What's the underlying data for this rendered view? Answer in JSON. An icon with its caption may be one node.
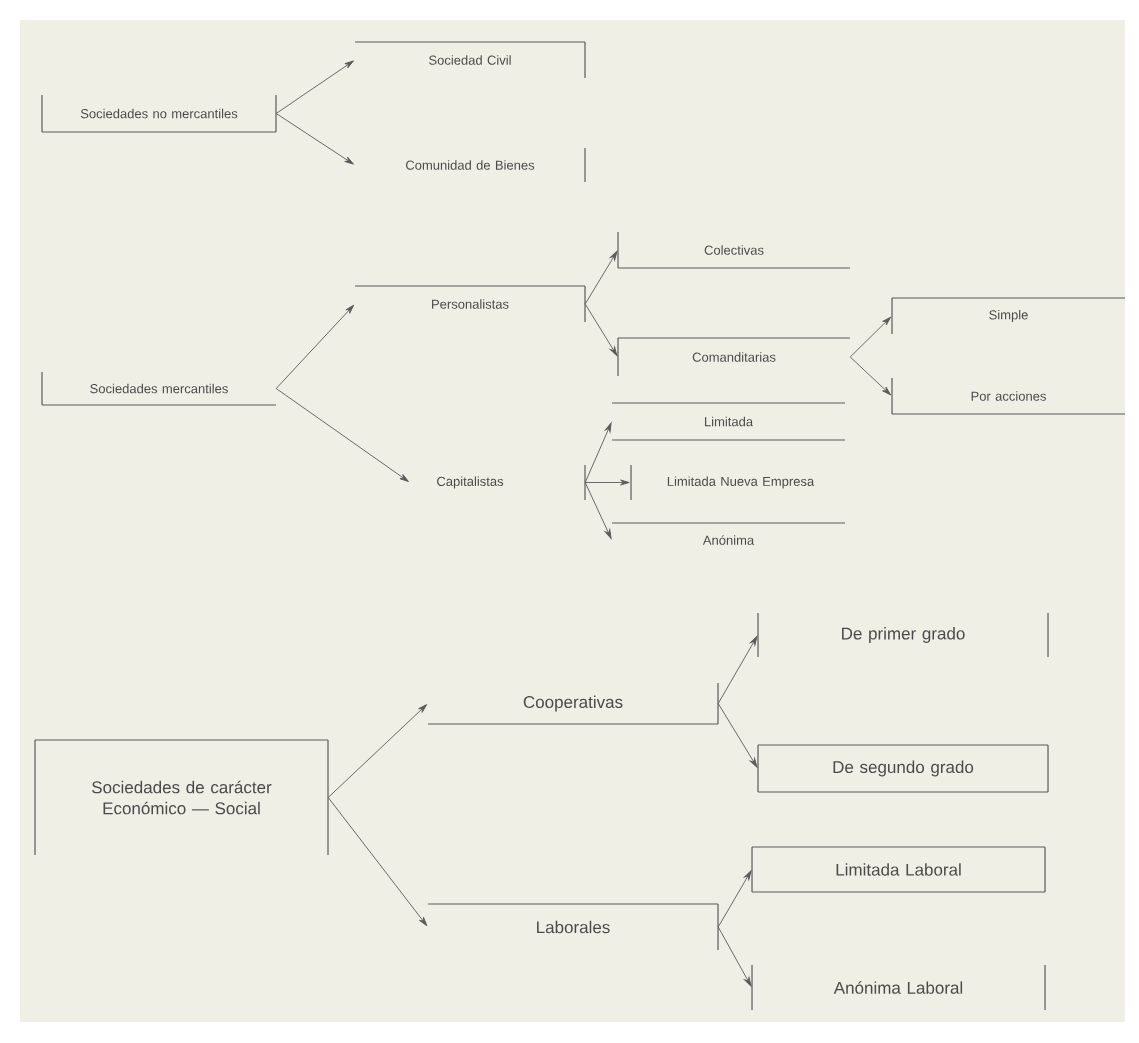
{
  "diagram": {
    "nodes": [
      {
        "text": [
          "Sociedades no mercantiles"
        ]
      },
      {
        "text": [
          "Sociedad Civil"
        ]
      },
      {
        "text": [
          "Comunidad de Bienes"
        ]
      },
      {
        "text": [
          "Sociedades mercantiles"
        ]
      },
      {
        "text": [
          "Personalistas"
        ]
      },
      {
        "text": [
          "Capitalistas"
        ]
      },
      {
        "text": [
          "Colectivas"
        ]
      },
      {
        "text": [
          "Comanditarias"
        ]
      },
      {
        "text": [
          "Limitada"
        ]
      },
      {
        "text": [
          "Limitada Nueva Empresa"
        ]
      },
      {
        "text": [
          "Anónima"
        ]
      },
      {
        "text": [
          "Simple"
        ]
      },
      {
        "text": [
          "Por acciones"
        ]
      },
      {
        "text": [
          "Sociedades de carácter Económico — Social"
        ]
      },
      {
        "text": [
          "Cooperativas"
        ]
      },
      {
        "text": [
          "Laborales"
        ]
      },
      {
        "text": [
          "De primer grado"
        ]
      },
      {
        "text": [
          "De segundo grado"
        ]
      },
      {
        "text": [
          "Limitada Laboral"
        ]
      },
      {
        "text": [
          "Anónima Laboral"
        ]
      }
    ],
    "edges": [
      {
        "from": 0,
        "to": 1,
        "arrow": "to"
      },
      {
        "from": 0,
        "to": 2,
        "arrow": "to"
      },
      {
        "from": 3,
        "to": 4,
        "arrow": "to"
      },
      {
        "from": 3,
        "to": 5,
        "arrow": "to"
      },
      {
        "from": 4,
        "to": 6,
        "arrow": "to"
      },
      {
        "from": 4,
        "to": 7,
        "arrow": "to"
      },
      {
        "from": 5,
        "to": 8,
        "arrow": "to"
      },
      {
        "from": 5,
        "to": 9,
        "arrow": "to"
      },
      {
        "from": 5,
        "to": 10,
        "arrow": "to"
      },
      {
        "from": 7,
        "to": 11,
        "arrow": "to"
      },
      {
        "from": 7,
        "to": 12,
        "arrow": "to"
      },
      {
        "from": 13,
        "to": 14,
        "arrow": "to"
      },
      {
        "from": 13,
        "to": 15,
        "arrow": "to"
      },
      {
        "from": 14,
        "to": 16,
        "arrow": "to"
      },
      {
        "from": 14,
        "to": 17,
        "arrow": "to"
      },
      {
        "from": 15,
        "to": 18,
        "arrow": "to"
      },
      {
        "from": 15,
        "to": 19,
        "arrow": "to"
      }
    ]
  }
}
